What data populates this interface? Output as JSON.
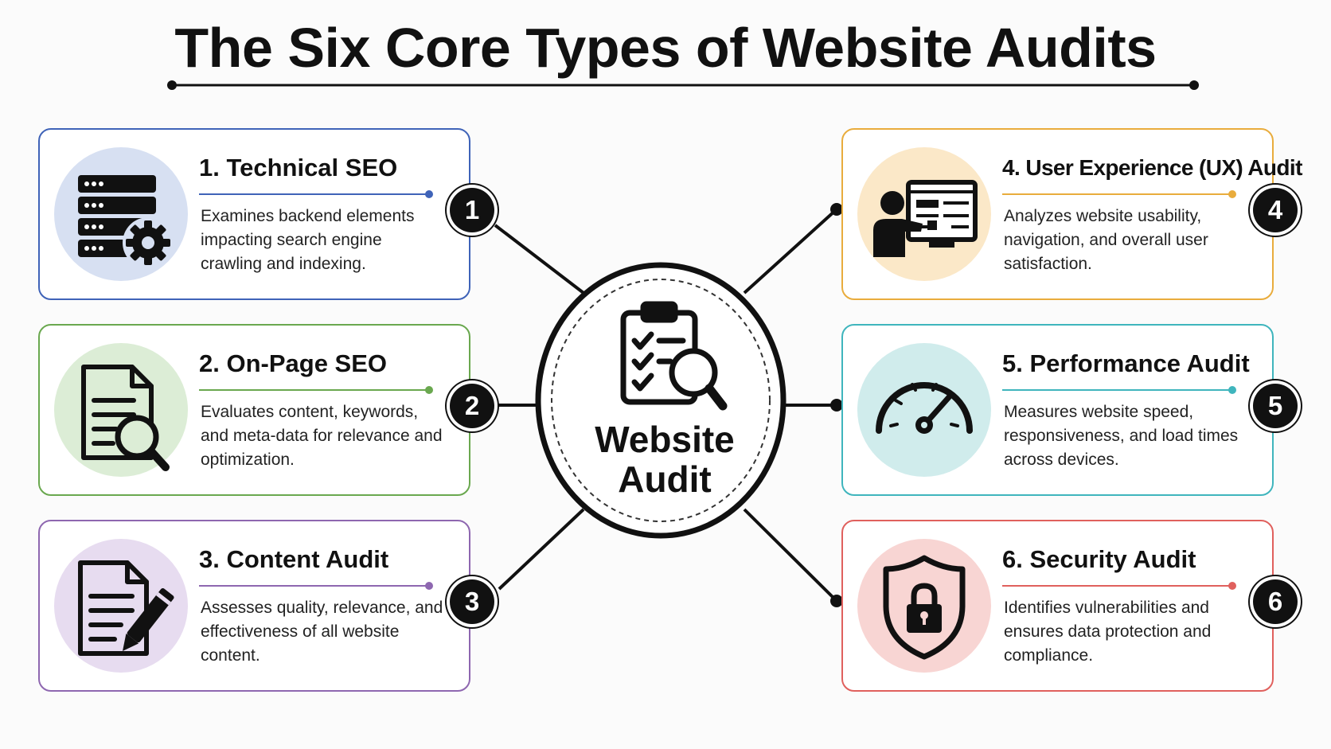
{
  "title": "The Six Core Types of Website Audits",
  "hub": {
    "line1": "Website",
    "line2": "Audit",
    "icon": "clipboard-checklist-magnifier-icon"
  },
  "audits": [
    {
      "number": "1",
      "title": "1. Technical SEO",
      "description": "Examines backend elements impacting search engine crawling and indexing.",
      "icon": "server-gear-icon",
      "color": "#3f63b8",
      "tint": "#d7e0f2"
    },
    {
      "number": "2",
      "title": "2. On-Page SEO",
      "description": "Evaluates content, keywords, and meta-data for relevance and optimization.",
      "icon": "document-search-icon",
      "color": "#6aa84f",
      "tint": "#dcedd6"
    },
    {
      "number": "3",
      "title": "3. Content Audit",
      "description": "Assesses quality, relevance, and effectiveness of all website content.",
      "icon": "document-pen-icon",
      "color": "#8e67b0",
      "tint": "#e7dcf0"
    },
    {
      "number": "4",
      "title": "4. User Experience (UX) Audit",
      "description": "Analyzes website usability, navigation, and overall user satisfaction.",
      "icon": "user-screen-icon",
      "color": "#e9ac3c",
      "tint": "#fbe8c8"
    },
    {
      "number": "5",
      "title": "5. Performance Audit",
      "description": "Measures website speed, responsiveness, and load times across devices.",
      "icon": "speedometer-icon",
      "color": "#3fb5bd",
      "tint": "#d0ecec"
    },
    {
      "number": "6",
      "title": "6. Security Audit",
      "description": "Identifies vulnerabilities and ensures data protection and compliance.",
      "icon": "shield-lock-icon",
      "color": "#e0605d",
      "tint": "#f8d5d3"
    }
  ]
}
